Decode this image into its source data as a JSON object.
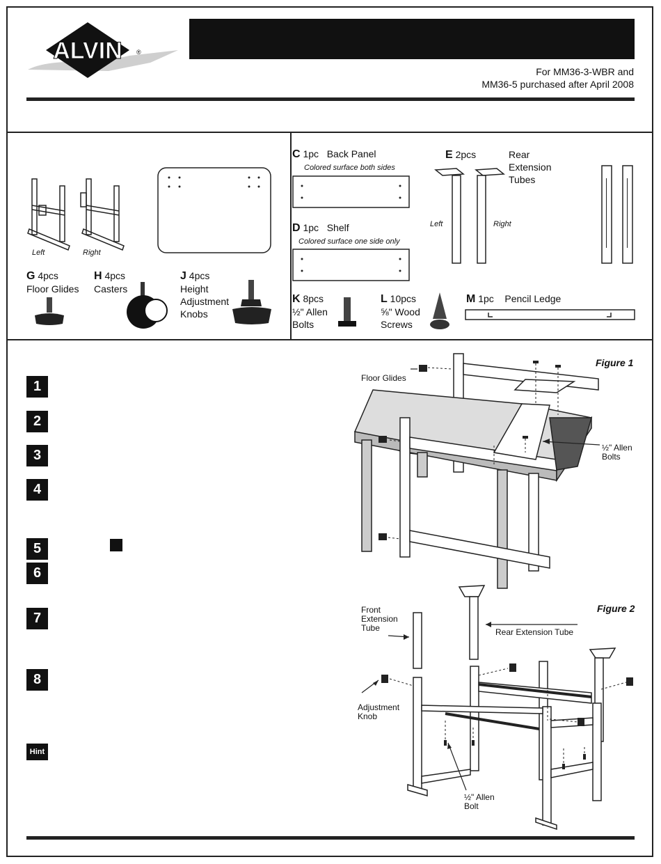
{
  "header": {
    "logo_text": "ALVIN",
    "logo_mark": "®",
    "title_bar": "",
    "model_line1": "For MM36-3-WBR and",
    "model_line2": "MM36-5 purchased after April 2008"
  },
  "parts": {
    "frame_left": "Left",
    "frame_right": "Right",
    "C": {
      "letter": "C",
      "qty": "1pc",
      "name": "Back Panel",
      "note": "Colored surface both sides"
    },
    "D": {
      "letter": "D",
      "qty": "1pc",
      "name": "Shelf",
      "note": "Colored surface one side only"
    },
    "E": {
      "letter": "E",
      "qty": "2pcs",
      "name_l1": "Rear",
      "name_l2": "Extension",
      "name_l3": "Tubes",
      "left": "Left",
      "right": "Right"
    },
    "G": {
      "letter": "G",
      "qty": "4pcs",
      "name": "Floor Glides"
    },
    "H": {
      "letter": "H",
      "qty": "4pcs",
      "name": "Casters"
    },
    "J": {
      "letter": "J",
      "qty": "4pcs",
      "name_l1": "Height",
      "name_l2": "Adjustment",
      "name_l3": "Knobs"
    },
    "K": {
      "letter": "K",
      "qty": "8pcs",
      "name_l1": "½\" Allen",
      "name_l2": "Bolts"
    },
    "L": {
      "letter": "L",
      "qty": "10pcs",
      "name_l1": "⅝\" Wood",
      "name_l2": "Screws"
    },
    "M": {
      "letter": "M",
      "qty": "1pc",
      "name": "Pencil Ledge"
    }
  },
  "steps": [
    "1",
    "2",
    "3",
    "4",
    "5",
    "6",
    "7",
    "8"
  ],
  "hint": "Hint",
  "figure1": {
    "title": "Figure 1",
    "floor_glides": "Floor Glides",
    "allen_l1": "½\" Allen",
    "allen_l2": "Bolts"
  },
  "figure2": {
    "title": "Figure 2",
    "front_l1": "Front",
    "front_l2": "Extension",
    "front_l3": "Tube",
    "rear": "Rear Extension Tube",
    "adj_l1": "Adjustment",
    "adj_l2": "Knob",
    "bolt_l1": "½\" Allen",
    "bolt_l2": "Bolt"
  }
}
